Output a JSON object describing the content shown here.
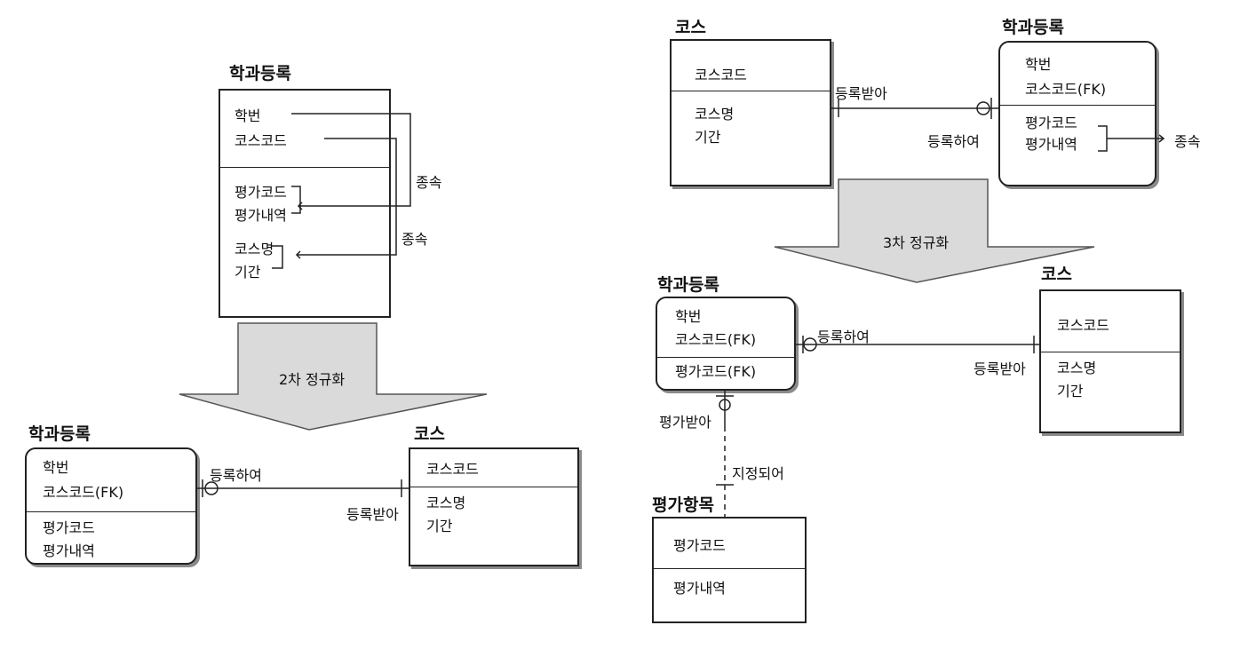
{
  "left": {
    "top": {
      "title": "학과등록",
      "pk1": "학번",
      "pk2": "코스코드",
      "a1": "평가코드",
      "a2": "평가내역",
      "a3": "코스명",
      "a4": "기간",
      "dep1": "종속",
      "dep2": "종속"
    },
    "arrow_label": "2차 정규화",
    "bottom": {
      "reg": {
        "title": "학과등록",
        "pk1": "학번",
        "pk2": "코스코드(FK)",
        "a1": "평가코드",
        "a2": "평가내역"
      },
      "course": {
        "title": "코스",
        "pk1": "코스코드",
        "a1": "코스명",
        "a2": "기간"
      },
      "rel1": "등록하여",
      "rel2": "등록받아"
    }
  },
  "right": {
    "top": {
      "course": {
        "title": "코스",
        "pk1": "코스코드",
        "a1": "코스명",
        "a2": "기간"
      },
      "reg": {
        "title": "학과등록",
        "pk1": "학번",
        "pk2": "코스코드(FK)",
        "a1": "평가코드",
        "a2": "평가내역"
      },
      "rel1": "등록받아",
      "rel2": "등록하여",
      "dep": "종속"
    },
    "arrow_label": "3차 정규화",
    "bottom": {
      "reg": {
        "title": "학과등록",
        "pk1": "학번",
        "pk2": "코스코드(FK)",
        "a1": "평가코드(FK)"
      },
      "course": {
        "title": "코스",
        "pk1": "코스코드",
        "a1": "코스명",
        "a2": "기간"
      },
      "eval": {
        "title": "평가항목",
        "pk1": "평가코드",
        "a1": "평가내역"
      },
      "rel1": "등록하여",
      "rel2": "등록받아",
      "rel3": "평가받아",
      "rel4": "지정되어"
    }
  }
}
